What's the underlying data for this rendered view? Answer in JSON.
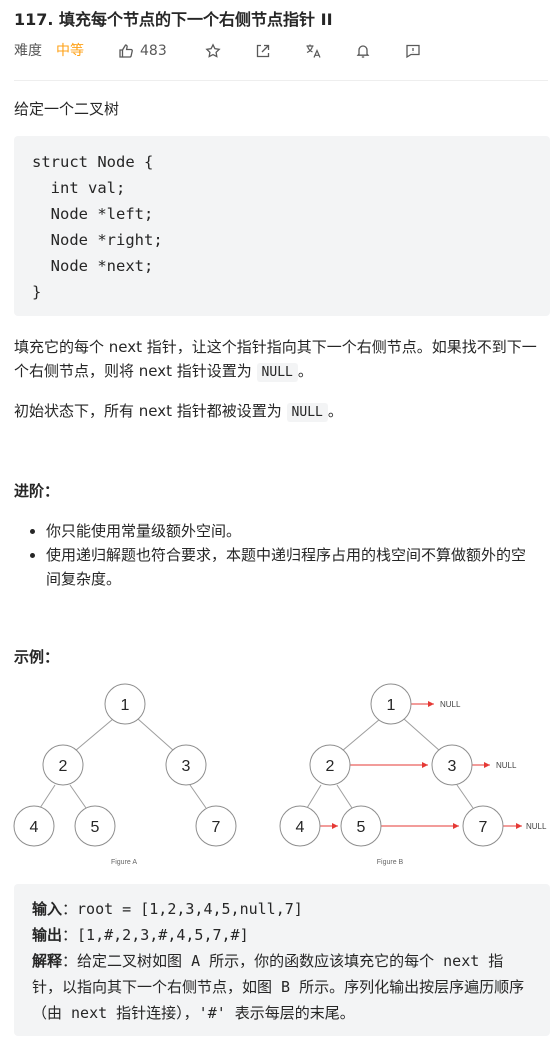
{
  "problem": {
    "title": "117. 填充每个节点的下一个右侧节点指针 II",
    "difficulty_label": "难度",
    "difficulty_value": "中等",
    "likes": "483"
  },
  "toolbar": {
    "icons": [
      "thumb-up-icon",
      "star-icon",
      "share-icon",
      "translate-icon",
      "bell-icon",
      "feedback-icon"
    ]
  },
  "content": {
    "intro": "给定一个二叉树",
    "code_lines": [
      "struct Node {",
      "  int val;",
      "  Node *left;",
      "  Node *right;",
      "  Node *next;",
      "}"
    ],
    "para1_a": "填充它的每个 next 指针，让这个指针指向其下一个右侧节点。如果找不到下一个右侧节点，则将 next 指针设置为 ",
    "para1_code": "NULL",
    "para1_b": "。",
    "para2_a": "初始状态下，所有 next 指针都被设置为 ",
    "para2_code": "NULL",
    "para2_b": "。",
    "advanced_heading": "进阶：",
    "bullets": [
      "你只能使用常量级额外空间。",
      "使用递归解题也符合要求，本题中递归程序占用的栈空间不算做额外的空间复杂度。"
    ],
    "example_heading": "示例："
  },
  "figure": {
    "caption_a": "Figure A",
    "caption_b": "Figure B",
    "null_label": "NULL",
    "nodes": [
      "1",
      "2",
      "3",
      "4",
      "5",
      "7"
    ]
  },
  "example": {
    "input_label": "输入",
    "input_value": "root = [1,2,3,4,5,null,7]",
    "output_label": "输出",
    "output_value": "[1,#,2,3,#,4,5,7,#]",
    "explain_label": "解释",
    "explain_text": "给定二叉树如图 A 所示，你的函数应该填充它的每个 next 指针，以指向其下一个右侧节点，如图 B 所示。序列化输出按层序遍历顺序（由 next 指针连接），'#' 表示每层的末尾。"
  },
  "colors": {
    "accent": "#ffa116",
    "arrow": "#e53935"
  }
}
